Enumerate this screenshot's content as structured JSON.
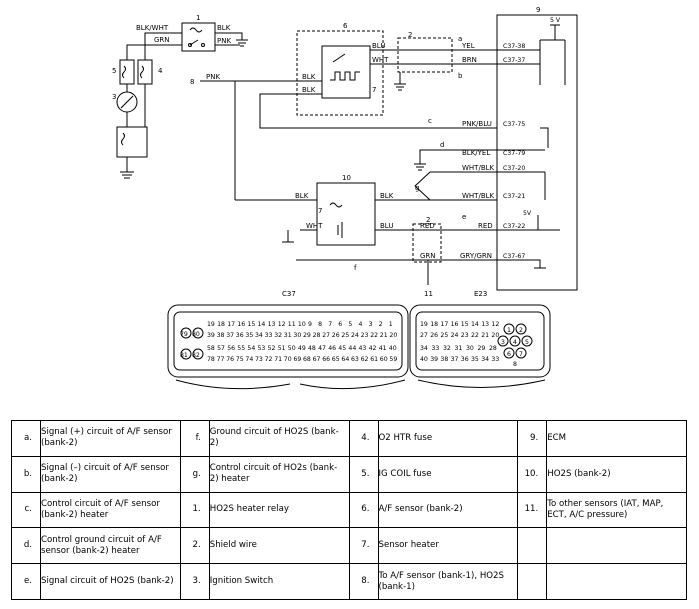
{
  "diagram": {
    "component_numbers": [
      "1",
      "2",
      "3",
      "4",
      "5",
      "6",
      "7",
      "8",
      "9",
      "10",
      "11"
    ],
    "circuit_letters": [
      "a",
      "b",
      "c",
      "d",
      "e",
      "f",
      "g"
    ],
    "wire_labels": {
      "blk_wht": "BLK/WHT",
      "grn": "GRN",
      "blk": "BLK",
      "pnk": "PNK",
      "blu": "BLU",
      "wht": "WHT",
      "yel": "YEL",
      "brn": "BRN",
      "pnk_blu": "PNK/BLU",
      "blk_yel": "BLK/YEL",
      "wht_blk": "WHT/BLK",
      "red": "RED",
      "gry_grn": "GRY/GRN"
    },
    "terminal_labels": [
      "C37-38",
      "C37-37",
      "C37-75",
      "C37-79",
      "C37-20",
      "C37-21",
      "C37-22",
      "C37-67"
    ],
    "ecm_supply": "5 V",
    "ref_supply": "5V",
    "connector_c37_name": "C37",
    "connector_e23_name": "E23",
    "c37_pins_row1": [
      "19",
      "18",
      "17",
      "16",
      "15",
      "14",
      "13",
      "12",
      "11",
      "10",
      "9",
      "8",
      "7",
      "6",
      "5",
      "4",
      "3",
      "2",
      "1"
    ],
    "c37_pins_row2": [
      "39",
      "38",
      "37",
      "36",
      "35",
      "34",
      "33",
      "32",
      "31",
      "30",
      "29",
      "28",
      "27",
      "26",
      "25",
      "24",
      "23",
      "22",
      "21",
      "20"
    ],
    "c37_pins_row3": [
      "58",
      "57",
      "56",
      "55",
      "54",
      "53",
      "52",
      "51",
      "50",
      "49",
      "48",
      "47",
      "46",
      "45",
      "44",
      "43",
      "42",
      "41",
      "40"
    ],
    "c37_pins_row4": [
      "78",
      "77",
      "76",
      "75",
      "74",
      "73",
      "72",
      "71",
      "70",
      "69",
      "68",
      "67",
      "66",
      "65",
      "64",
      "63",
      "62",
      "61",
      "60",
      "59"
    ],
    "c37_side_pins": [
      "79",
      "80",
      "81",
      "82"
    ],
    "e23_pins_row1": [
      "19",
      "18",
      "17",
      "16",
      "15",
      "14",
      "13",
      "12"
    ],
    "e23_pins_row2": [
      "27",
      "26",
      "25",
      "24",
      "23",
      "22",
      "21",
      "20"
    ],
    "e23_pins_row3": [
      "34",
      "33",
      "32",
      "31",
      "30",
      "29",
      "28"
    ],
    "e23_pins_row4": [
      "40",
      "39",
      "38",
      "37",
      "36",
      "35",
      "34",
      "33"
    ],
    "e23_round_pins": [
      "1",
      "2",
      "3",
      "4",
      "5",
      "6",
      "7",
      "8"
    ]
  },
  "legend": [
    [
      {
        "key": "a.",
        "text": "Signal (+) circuit of A/F sensor (bank-2)"
      },
      {
        "key": "f.",
        "text": "Ground circuit of HO2S (bank-2)"
      },
      {
        "key": "4.",
        "text": "O2 HTR fuse"
      },
      {
        "key": "9.",
        "text": "ECM"
      }
    ],
    [
      {
        "key": "b.",
        "text": "Signal (–) circuit of A/F sensor (bank-2)"
      },
      {
        "key": "g.",
        "text": "Control circuit of HO2s (bank-2) heater"
      },
      {
        "key": "5.",
        "text": "IG COIL fuse"
      },
      {
        "key": "10.",
        "text": "HO2S (bank-2)"
      }
    ],
    [
      {
        "key": "c.",
        "text": "Control circuit of A/F sensor (bank-2) heater"
      },
      {
        "key": "1.",
        "text": "HO2S heater relay"
      },
      {
        "key": "6.",
        "text": "A/F sensor (bank-2)"
      },
      {
        "key": "11.",
        "text": "To other sensors (IAT, MAP, ECT, A/C pressure)"
      }
    ],
    [
      {
        "key": "d.",
        "text": "Control ground circuit of A/F sensor (bank-2) heater"
      },
      {
        "key": "2.",
        "text": "Shield wire"
      },
      {
        "key": "7.",
        "text": "Sensor heater"
      },
      {
        "key": "",
        "text": ""
      }
    ],
    [
      {
        "key": "e.",
        "text": "Signal circuit of HO2S (bank-2)"
      },
      {
        "key": "3.",
        "text": "Ignition Switch"
      },
      {
        "key": "8.",
        "text": "To A/F sensor (bank-1), HO2S (bank-1)"
      },
      {
        "key": "",
        "text": ""
      }
    ]
  ]
}
